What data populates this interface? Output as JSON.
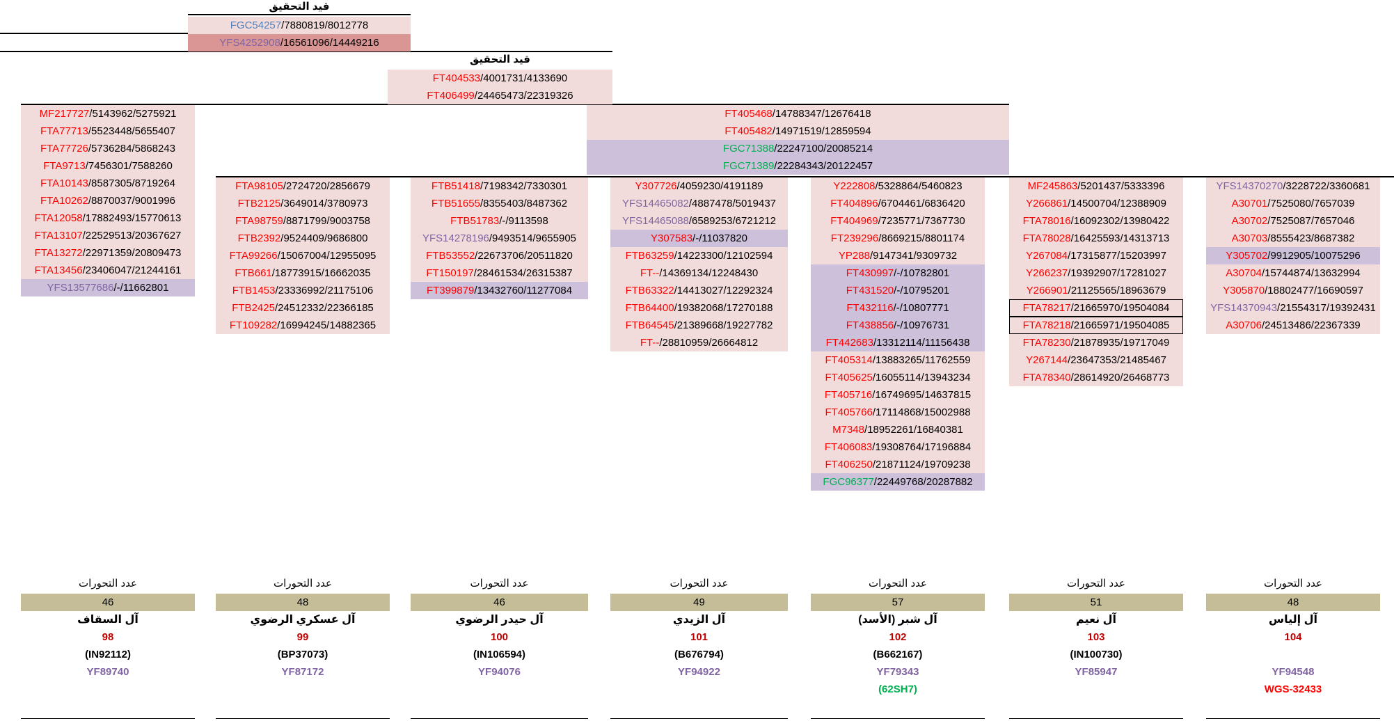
{
  "top_sections": [
    {
      "caption": "قيد التحقيق",
      "rows": [
        {
          "snp": "FGC54257",
          "pos": "/7880819/8012778",
          "snp_color": "blue",
          "bg": "pink"
        },
        {
          "snp": "YFS4252908",
          "pos": "/16561096/14449216",
          "snp_color": "purple",
          "bg": "dark-rose"
        }
      ]
    },
    {
      "caption": "قيد التحقيق",
      "rows": [
        {
          "snp": "FT404533",
          "pos": "/4001731/4133690",
          "snp_color": "red",
          "bg": "pink"
        },
        {
          "snp": "FT406499",
          "pos": "/24465473/22319326",
          "snp_color": "red",
          "bg": "pink"
        }
      ]
    },
    {
      "caption": "",
      "rows": [
        {
          "snp": "FT405468",
          "pos": "/14788347/12676418",
          "snp_color": "red",
          "bg": "pink"
        },
        {
          "snp": "FT405482",
          "pos": "/14971519/12859594",
          "snp_color": "red",
          "bg": "pink"
        },
        {
          "snp": "FGC71388",
          "pos": "/22247100/20085214",
          "snp_color": "green",
          "bg": "lavender"
        },
        {
          "snp": "FGC71389",
          "pos": "/22284343/20122457",
          "snp_color": "green",
          "bg": "lavender"
        }
      ]
    }
  ],
  "columns": [
    {
      "rows": [
        {
          "snp": "MF217727",
          "pos": "/5143962/5275921",
          "snp_color": "red",
          "bg": "pink"
        },
        {
          "snp": "FTA77713",
          "pos": "/5523448/5655407",
          "snp_color": "red",
          "bg": "pink"
        },
        {
          "snp": "FTA77726",
          "pos": "/5736284/5868243",
          "snp_color": "red",
          "bg": "pink"
        },
        {
          "snp": "FTA9713",
          "pos": "/7456301/7588260",
          "snp_color": "red",
          "bg": "pink"
        },
        {
          "snp": "FTA10143",
          "pos": "/8587305/8719264",
          "snp_color": "red",
          "bg": "pink"
        },
        {
          "snp": "FTA10262",
          "pos": "/8870037/9001996",
          "snp_color": "red",
          "bg": "pink"
        },
        {
          "snp": "FTA12058",
          "pos": "/17882493/15770613",
          "snp_color": "red",
          "bg": "pink"
        },
        {
          "snp": "FTA13107",
          "pos": "/22529513/20367627",
          "snp_color": "red",
          "bg": "pink"
        },
        {
          "snp": "FTA13272",
          "pos": "/22971359/20809473",
          "snp_color": "red",
          "bg": "pink"
        },
        {
          "snp": "FTA13456",
          "pos": "/23406047/21244161",
          "snp_color": "red",
          "bg": "pink"
        },
        {
          "snp": "YFS13577686",
          "pos": "/-/11662801",
          "snp_color": "purple",
          "bg": "lavender"
        }
      ],
      "footer": {
        "label": "عدد التحورات",
        "count": "46",
        "family": "آل السقاف",
        "number": "98",
        "code": "(IN92112)",
        "yf": "YF89740",
        "extra": ""
      }
    },
    {
      "rows": [
        {
          "snp": "FTA98105",
          "pos": "/2724720/2856679",
          "snp_color": "red",
          "bg": "pink"
        },
        {
          "snp": "FTB2125",
          "pos": "/3649014/3780973",
          "snp_color": "red",
          "bg": "pink"
        },
        {
          "snp": "FTA98759",
          "pos": "/8871799/9003758",
          "snp_color": "red",
          "bg": "pink"
        },
        {
          "snp": "FTB2392",
          "pos": "/9524409/9686800",
          "snp_color": "red",
          "bg": "pink"
        },
        {
          "snp": "FTA99266",
          "pos": "/15067004/12955095",
          "snp_color": "red",
          "bg": "pink"
        },
        {
          "snp": "FTB661",
          "pos": "/18773915/16662035",
          "snp_color": "red",
          "bg": "pink"
        },
        {
          "snp": "FTB1453",
          "pos": "/23336992/21175106",
          "snp_color": "red",
          "bg": "pink"
        },
        {
          "snp": "FTB2425",
          "pos": "/24512332/22366185",
          "snp_color": "red",
          "bg": "pink"
        },
        {
          "snp": "FT109282",
          "pos": "/16994245/14882365",
          "snp_color": "red",
          "bg": "pink"
        }
      ],
      "footer": {
        "label": "عدد التحورات",
        "count": "48",
        "family": "آل عسكري الرضوي",
        "number": "99",
        "code": "(BP37073)",
        "yf": "YF87172",
        "extra": ""
      }
    },
    {
      "rows": [
        {
          "snp": "FTB51418",
          "pos": "/7198342/7330301",
          "snp_color": "red",
          "bg": "pink"
        },
        {
          "snp": "FTB51655",
          "pos": "/8355403/8487362",
          "snp_color": "red",
          "bg": "pink"
        },
        {
          "snp": "FTB51783",
          "pos": "/-/9113598",
          "snp_color": "red",
          "bg": "pink"
        },
        {
          "snp": "YFS14278196",
          "pos": "/9493514/9655905",
          "snp_color": "purple",
          "bg": "pink"
        },
        {
          "snp": "FTB53552",
          "pos": "/22673706/20511820",
          "snp_color": "red",
          "bg": "pink"
        },
        {
          "snp": "FT150197",
          "pos": "/28461534/26315387",
          "snp_color": "red",
          "bg": "pink"
        },
        {
          "snp": "FT399879",
          "pos": "/13432760/11277084",
          "snp_color": "red",
          "bg": "lavender"
        }
      ],
      "footer": {
        "label": "عدد التحورات",
        "count": "46",
        "family": "آل حيدر الرضوي",
        "number": "100",
        "code": "(IN106594)",
        "yf": "YF94076",
        "extra": ""
      }
    },
    {
      "rows": [
        {
          "snp": "Y307726",
          "pos": "/4059230/4191189",
          "snp_color": "red",
          "bg": "pink"
        },
        {
          "snp": "YFS14465082",
          "pos": "/4887478/5019437",
          "snp_color": "purple",
          "bg": "pink"
        },
        {
          "snp": "YFS14465088",
          "pos": "/6589253/6721212",
          "snp_color": "purple",
          "bg": "pink"
        },
        {
          "snp": "Y307583",
          "pos": "/-/11037820",
          "snp_color": "red",
          "bg": "lavender"
        },
        {
          "snp": "FTB63259",
          "pos": "/14223300/12102594",
          "snp_color": "red",
          "bg": "pink"
        },
        {
          "snp": "FT--",
          "pos": "/14369134/12248430",
          "snp_color": "red",
          "bg": "pink"
        },
        {
          "snp": "FTB63322",
          "pos": "/14413027/12292324",
          "snp_color": "red",
          "bg": "pink"
        },
        {
          "snp": "FTB64400",
          "pos": "/19382068/17270188",
          "snp_color": "red",
          "bg": "pink"
        },
        {
          "snp": "FTB64545",
          "pos": "/21389668/19227782",
          "snp_color": "red",
          "bg": "pink"
        },
        {
          "snp": "FT--",
          "pos": "/28810959/26664812",
          "snp_color": "red",
          "bg": "pink"
        }
      ],
      "footer": {
        "label": "عدد التحورات",
        "count": "49",
        "family": "آل الزيدي",
        "number": "101",
        "code": "(B676794)",
        "yf": "YF94922",
        "extra": ""
      }
    },
    {
      "rows": [
        {
          "snp": "Y222808",
          "pos": "/5328864/5460823",
          "snp_color": "red",
          "bg": "pink"
        },
        {
          "snp": "FT404896",
          "pos": "/6704461/6836420",
          "snp_color": "red",
          "bg": "pink"
        },
        {
          "snp": "FT404969",
          "pos": "/7235771/7367730",
          "snp_color": "red",
          "bg": "pink"
        },
        {
          "snp": "FT239296",
          "pos": "/8669215/8801174",
          "snp_color": "red",
          "bg": "pink"
        },
        {
          "snp": "YP288",
          "pos": "/9147341/9309732",
          "snp_color": "red",
          "bg": "pink"
        },
        {
          "snp": "FT430997",
          "pos": "/-/10782801",
          "snp_color": "red",
          "bg": "lavender"
        },
        {
          "snp": "FT431520",
          "pos": "/-/10795201",
          "snp_color": "red",
          "bg": "lavender"
        },
        {
          "snp": "FT432116",
          "pos": "/-/10807771",
          "snp_color": "red",
          "bg": "lavender"
        },
        {
          "snp": "FT438856",
          "pos": "/-/10976731",
          "snp_color": "red",
          "bg": "lavender"
        },
        {
          "snp": "FT442683",
          "pos": "/13312114/11156438",
          "snp_color": "red",
          "bg": "lavender"
        },
        {
          "snp": "FT405314",
          "pos": "/13883265/11762559",
          "snp_color": "red",
          "bg": "pink"
        },
        {
          "snp": "FT405625",
          "pos": "/16055114/13943234",
          "snp_color": "red",
          "bg": "pink"
        },
        {
          "snp": "FT405716",
          "pos": "/16749695/14637815",
          "snp_color": "red",
          "bg": "pink"
        },
        {
          "snp": "FT405766",
          "pos": "/17114868/15002988",
          "snp_color": "red",
          "bg": "pink"
        },
        {
          "snp": "M7348",
          "pos": "/18952261/16840381",
          "snp_color": "red",
          "bg": "pink"
        },
        {
          "snp": "FT406083",
          "pos": "/19308764/17196884",
          "snp_color": "red",
          "bg": "pink"
        },
        {
          "snp": "FT406250",
          "pos": "/21871124/19709238",
          "snp_color": "red",
          "bg": "pink"
        },
        {
          "snp": "FGC96377",
          "pos": "/22449768/20287882",
          "snp_color": "green",
          "bg": "lavender"
        }
      ],
      "footer": {
        "label": "عدد التحورات",
        "count": "57",
        "family": "آل شبر (الأسد)",
        "number": "102",
        "code": "(B662167)",
        "yf": "YF79343",
        "extra": "(62SH7)",
        "extra_color": "green"
      }
    },
    {
      "rows": [
        {
          "snp": "MF245863",
          "pos": "/5201437/5333396",
          "snp_color": "red",
          "bg": "pink"
        },
        {
          "snp": "Y266861",
          "pos": "/14500704/12388909",
          "snp_color": "red",
          "bg": "pink"
        },
        {
          "snp": "FTA78016",
          "pos": "/16092302/13980422",
          "snp_color": "red",
          "bg": "pink"
        },
        {
          "snp": "FTA78028",
          "pos": "/16425593/14313713",
          "snp_color": "red",
          "bg": "pink"
        },
        {
          "snp": "Y267084",
          "pos": "/17315877/15203997",
          "snp_color": "red",
          "bg": "pink"
        },
        {
          "snp": "Y266237",
          "pos": "/19392907/17281027",
          "snp_color": "red",
          "bg": "pink"
        },
        {
          "snp": "Y266901",
          "pos": "/21125565/18963679",
          "snp_color": "red",
          "bg": "pink"
        },
        {
          "snp": "FTA78217",
          "pos": "/21665970/19504084",
          "snp_color": "red",
          "bg": "pink",
          "boxed": true
        },
        {
          "snp": "FTA78218",
          "pos": "/21665971/19504085",
          "snp_color": "red",
          "bg": "pink",
          "boxed": true
        },
        {
          "snp": "FTA78230",
          "pos": "/21878935/19717049",
          "snp_color": "red",
          "bg": "pink"
        },
        {
          "snp": "Y267144",
          "pos": "/23647353/21485467",
          "snp_color": "red",
          "bg": "pink"
        },
        {
          "snp": "FTA78340",
          "pos": "/28614920/26468773",
          "snp_color": "red",
          "bg": "pink"
        }
      ],
      "footer": {
        "label": "عدد التحورات",
        "count": "51",
        "family": "آل نعيم",
        "number": "103",
        "code": "(IN100730)",
        "yf": "YF85947",
        "extra": ""
      }
    },
    {
      "rows": [
        {
          "snp": "YFS14370270",
          "pos": "/3228722/3360681",
          "snp_color": "purple",
          "bg": "pink"
        },
        {
          "snp": "A30701",
          "pos": "/7525080/7657039",
          "snp_color": "red",
          "bg": "pink"
        },
        {
          "snp": "A30702",
          "pos": "/7525087/7657046",
          "snp_color": "red",
          "bg": "pink"
        },
        {
          "snp": "A30703",
          "pos": "/8555423/8687382",
          "snp_color": "red",
          "bg": "pink"
        },
        {
          "snp": "Y305702",
          "pos": "/9912905/10075296",
          "snp_color": "red",
          "bg": "lavender"
        },
        {
          "snp": "A30704",
          "pos": "/15744874/13632994",
          "snp_color": "red",
          "bg": "pink"
        },
        {
          "snp": "Y305870",
          "pos": "/18802477/16690597",
          "snp_color": "red",
          "bg": "pink"
        },
        {
          "snp": "YFS14370943",
          "pos": "/21554317/19392431",
          "snp_color": "purple",
          "bg": "pink"
        },
        {
          "snp": "A30706",
          "pos": "/24513486/22367339",
          "snp_color": "red",
          "bg": "pink"
        }
      ],
      "footer": {
        "label": "عدد التحورات",
        "count": "48",
        "family": "آل إلياس",
        "number": "104",
        "code": "",
        "yf": "YF94548",
        "extra": "WGS-32433",
        "extra_color": "red"
      }
    }
  ]
}
